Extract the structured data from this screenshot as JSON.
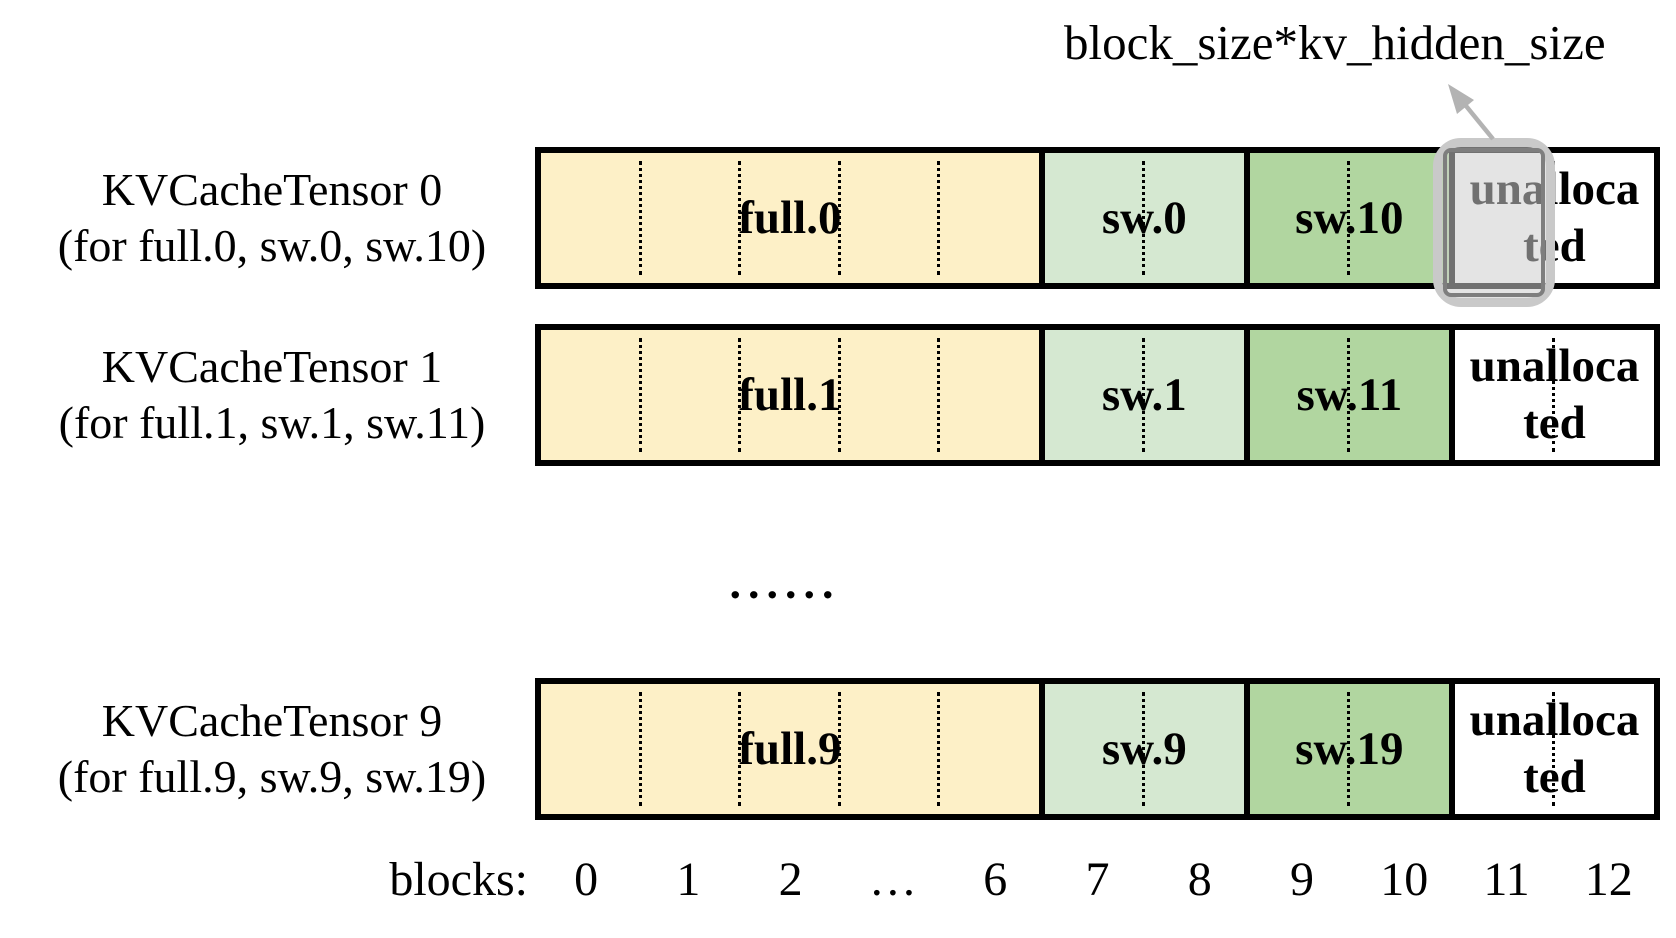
{
  "annotation": {
    "text": "block_size*kv_hidden_size"
  },
  "tensors": [
    {
      "title": "KVCacheTensor 0",
      "subtitle": "(for full.0, sw.0, sw.10)",
      "segments": [
        {
          "label": "full.0",
          "type": "full",
          "blocks": 5
        },
        {
          "label": "sw.0",
          "type": "sw_light",
          "blocks": 2
        },
        {
          "label": "sw.10",
          "type": "sw_dark",
          "blocks": 2
        },
        {
          "label": "unallocated",
          "label_lines": [
            "unalloca",
            "ted"
          ],
          "type": "unallocated",
          "blocks": 2
        }
      ],
      "has_highlight": true
    },
    {
      "title": "KVCacheTensor 1",
      "subtitle": "(for full.1, sw.1, sw.11)",
      "segments": [
        {
          "label": "full.1",
          "type": "full",
          "blocks": 5
        },
        {
          "label": "sw.1",
          "type": "sw_light",
          "blocks": 2
        },
        {
          "label": "sw.11",
          "type": "sw_dark",
          "blocks": 2
        },
        {
          "label": "unallocated",
          "label_lines": [
            "unalloca",
            "ted"
          ],
          "type": "unallocated",
          "blocks": 2
        }
      ],
      "has_highlight": false
    },
    {
      "title": "KVCacheTensor 9",
      "subtitle": "(for full.9, sw.9, sw.19)",
      "segments": [
        {
          "label": "full.9",
          "type": "full",
          "blocks": 5
        },
        {
          "label": "sw.9",
          "type": "sw_light",
          "blocks": 2
        },
        {
          "label": "sw.19",
          "type": "sw_dark",
          "blocks": 2
        },
        {
          "label": "unallocated",
          "label_lines": [
            "unalloca",
            "ted"
          ],
          "type": "unallocated",
          "blocks": 2
        }
      ],
      "has_highlight": false
    }
  ],
  "row_ellipsis": "......",
  "axis": {
    "label": "blocks:",
    "ticks": [
      "0",
      "1",
      "2",
      "…",
      "6",
      "7",
      "8",
      "9",
      "10",
      "11",
      "12"
    ]
  },
  "colors": {
    "full": "#FDF0C7",
    "sw_light": "#D5E8D1",
    "sw_dark": "#B1D6A0",
    "unallocated": "#FFFFFF",
    "border": "#000000",
    "highlight_border": "#C9C9C9",
    "highlight_inner_border": "#7E7E7E",
    "highlight_fill": "rgba(206,206,206,0.55)",
    "arrow": "#B3B3B3"
  }
}
